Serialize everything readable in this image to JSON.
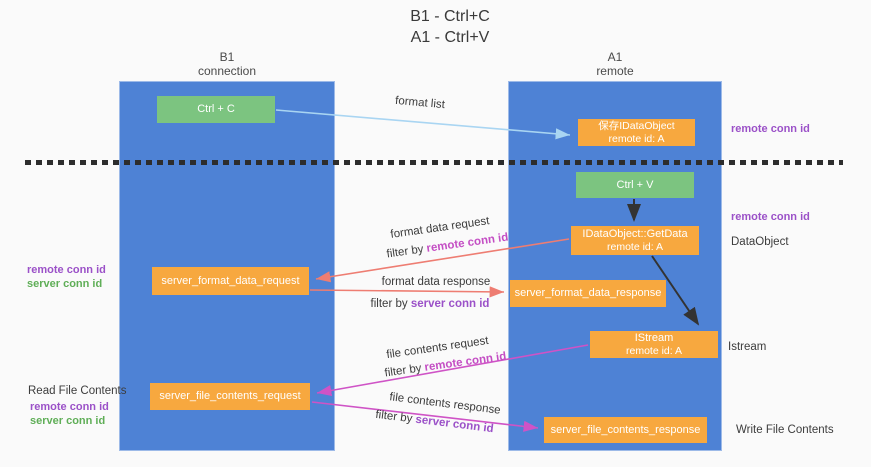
{
  "title": {
    "line1": "B1 - Ctrl+C",
    "line2": "A1 - Ctrl+V"
  },
  "lanes": {
    "left": {
      "name": "B1",
      "subtitle": "connection"
    },
    "right": {
      "name": "A1",
      "subtitle": "remote"
    }
  },
  "boxes": {
    "ctrl_c": {
      "label": "Ctrl + C"
    },
    "save_idataobject": {
      "line1": "保存IDataObject",
      "line2": "remote id: A"
    },
    "ctrl_v": {
      "label": "Ctrl + V"
    },
    "idataobject_getdata": {
      "line1": "IDataObject::GetData",
      "line2": "remote id: A"
    },
    "server_format_data_request": {
      "label": "server_format_data_request"
    },
    "server_format_data_response": {
      "label": "server_format_data_response"
    },
    "istream": {
      "line1": "IStream",
      "line2": "remote id: A"
    },
    "server_file_contents_request": {
      "label": "server_file_contents_request"
    },
    "server_file_contents_response": {
      "label": "server_file_contents_response"
    }
  },
  "flow_labels": {
    "format_list": "format list",
    "format_data_request": "format data request",
    "format_data_response": "format data response",
    "file_contents_request": "file contents request",
    "file_contents_response": "file contents response",
    "filter_by": "filter by",
    "remote_conn_id": "remote conn id",
    "server_conn_id": "server conn id"
  },
  "side_labels": {
    "right_top_remote_conn_id": "remote conn id",
    "right_mid_remote_conn_id": "remote conn id",
    "dataobject": "DataObject",
    "istream": "Istream",
    "write_file_contents": "Write File Contents",
    "left_fmt_remote_conn_id": "remote conn id",
    "left_fmt_server_conn_id": "server conn id",
    "read_file_contents": "Read File Contents",
    "left_file_remote_conn_id": "remote conn id",
    "left_file_server_conn_id": "server conn id"
  },
  "colors": {
    "panel_blue": "#4e82d5",
    "box_orange": "#f7a83f",
    "box_green": "#7cc480",
    "arrow_light_blue": "#a9d5f2",
    "arrow_salmon": "#ee7d72",
    "arrow_magenta": "#cf53c6",
    "arrow_black": "#333333",
    "label_magenta": "#c44ec4",
    "label_purple": "#9b51c8",
    "label_green": "#5fae57"
  }
}
